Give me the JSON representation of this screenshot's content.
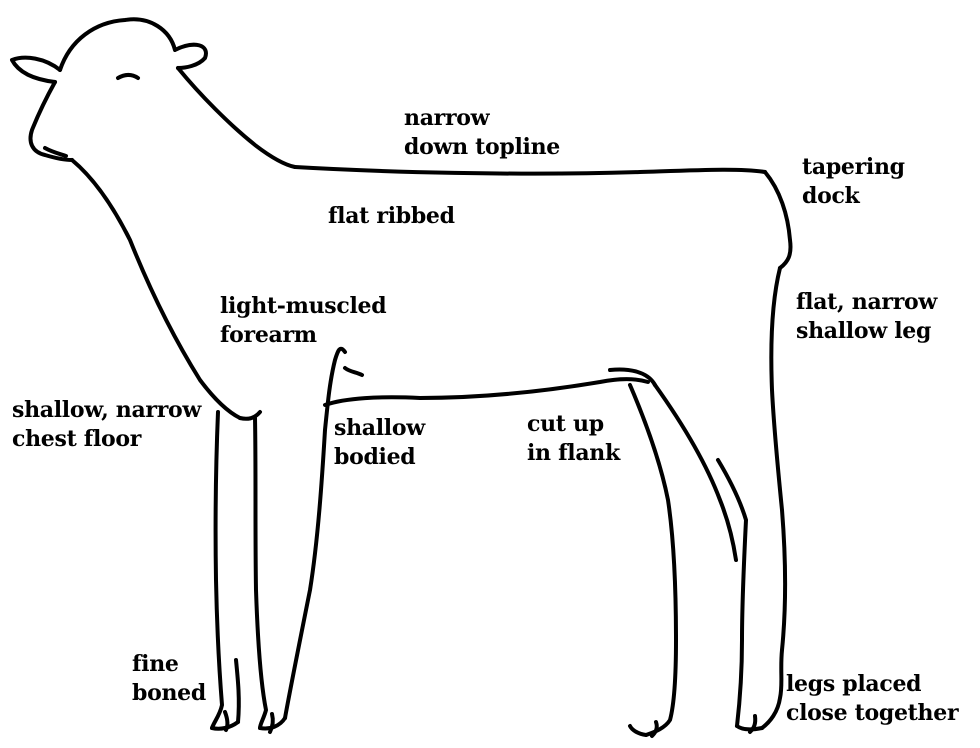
{
  "diagram": {
    "subject": "lamb side-view outline",
    "labels": {
      "topline": [
        "narrow",
        "down topline"
      ],
      "dock": [
        "tapering",
        "dock"
      ],
      "ribs": [
        "flat ribbed"
      ],
      "forearm": [
        "light-muscled",
        "forearm"
      ],
      "leg": [
        "flat, narrow",
        "shallow leg"
      ],
      "chest": [
        "shallow, narrow",
        "chest floor"
      ],
      "body": [
        "shallow",
        "bodied"
      ],
      "flank": [
        "cut up",
        "in flank"
      ],
      "bone": [
        "fine",
        "boned"
      ],
      "stance": [
        "legs placed",
        "close together"
      ]
    }
  }
}
